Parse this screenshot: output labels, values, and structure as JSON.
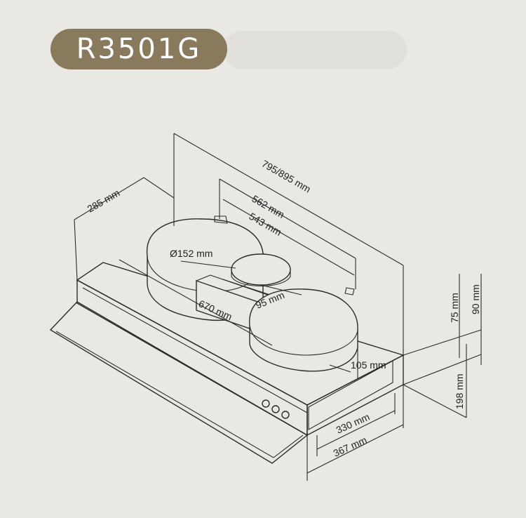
{
  "model": {
    "name": "R3501G"
  },
  "dimensions": {
    "depth": "285 mm",
    "width_overall": "795/895 mm",
    "width_562": "562 mm",
    "width_543": "543 mm",
    "duct_diameter": "Ø152 mm",
    "front_width": "670 mm",
    "duct_offset": "95 mm",
    "rear_offset": "105 mm",
    "height_75": "75 mm",
    "height_90": "90 mm",
    "height_198": "198 mm",
    "depth_330": "330 mm",
    "depth_367": "367 mm"
  },
  "colors": {
    "badge": "#8a7a5d",
    "background": "#e9e8e3",
    "line": "#2b2b2b"
  }
}
